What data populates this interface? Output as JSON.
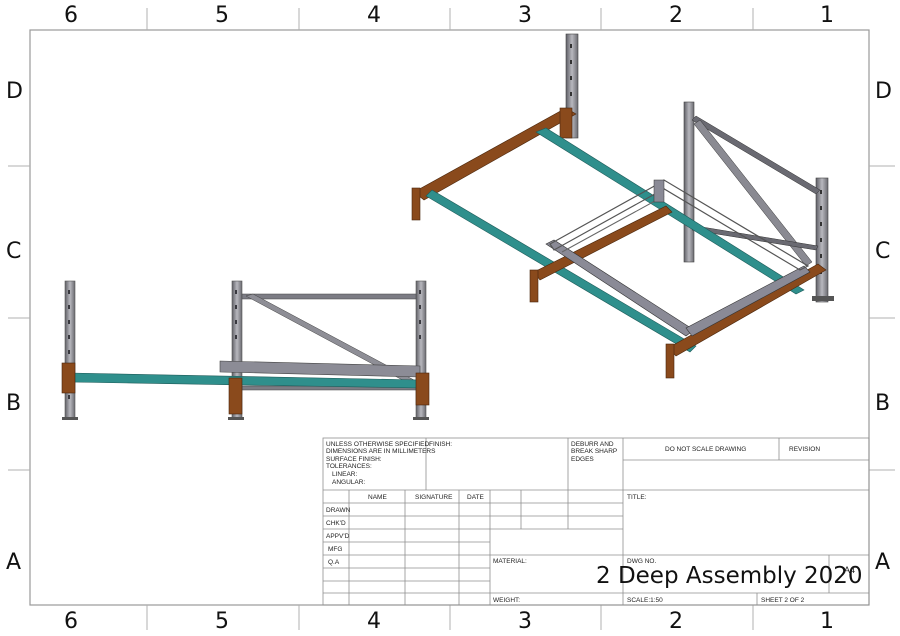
{
  "zones": {
    "columns": [
      "6",
      "5",
      "4",
      "3",
      "2",
      "1"
    ],
    "rows": [
      "D",
      "C",
      "B",
      "A"
    ]
  },
  "title_block": {
    "notes": [
      "UNLESS OTHERWISE SPECIFIED:",
      "DIMENSIONS ARE IN MILLIMETERS",
      "SURFACE FINISH:",
      "TOLERANCES:",
      "LINEAR:",
      "ANGULAR:"
    ],
    "finish_label": "FINISH:",
    "deburr_note": [
      "DEBURR AND",
      "BREAK SHARP",
      "EDGES"
    ],
    "do_not_scale": "DO NOT SCALE DRAWING",
    "revision_label": "REVISION",
    "col_name": "NAME",
    "col_signature": "SIGNATURE",
    "col_date": "DATE",
    "row_labels": [
      "DRAWN",
      "CHK'D",
      "APPV'D",
      "MFG",
      "Q.A"
    ],
    "title_label": "TITLE:",
    "material_label": "MATERIAL:",
    "dwg_no_label": "DWG NO.",
    "drawing_title": "2 Deep Assembly 2020",
    "size": "A4",
    "weight_label": "WEIGHT:",
    "scale": "SCALE:1:50",
    "sheet": "SHEET 2 OF 2"
  },
  "colors": {
    "upright": "#8c8c92",
    "beam_rust": "#8a4a1c",
    "beam_teal": "#2f8f8c",
    "rail_grey": "#8a8a96",
    "line": "#9a9a9a"
  }
}
